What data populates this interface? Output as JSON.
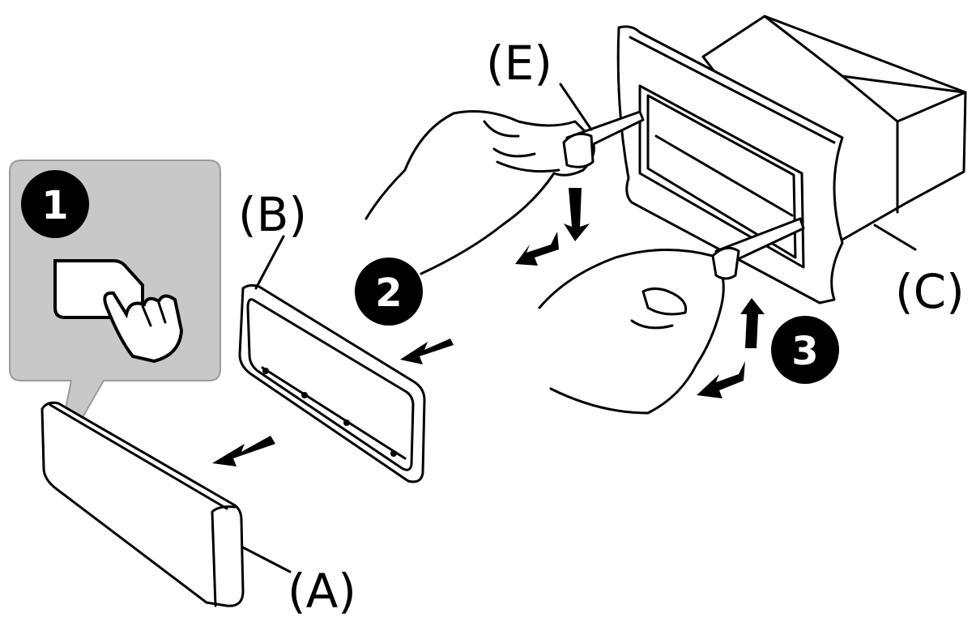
{
  "labels": {
    "a": "(A)",
    "b": "(B)",
    "c": "(C)",
    "e": "(E)"
  },
  "steps": {
    "one": "1",
    "two": "2",
    "three": "3"
  },
  "icons": {
    "press_button": "press-button-icon",
    "arrow": "arrow-icon"
  },
  "colors": {
    "callout": "#c8c8c8",
    "line": "#000000",
    "step_badge": "#000000"
  }
}
